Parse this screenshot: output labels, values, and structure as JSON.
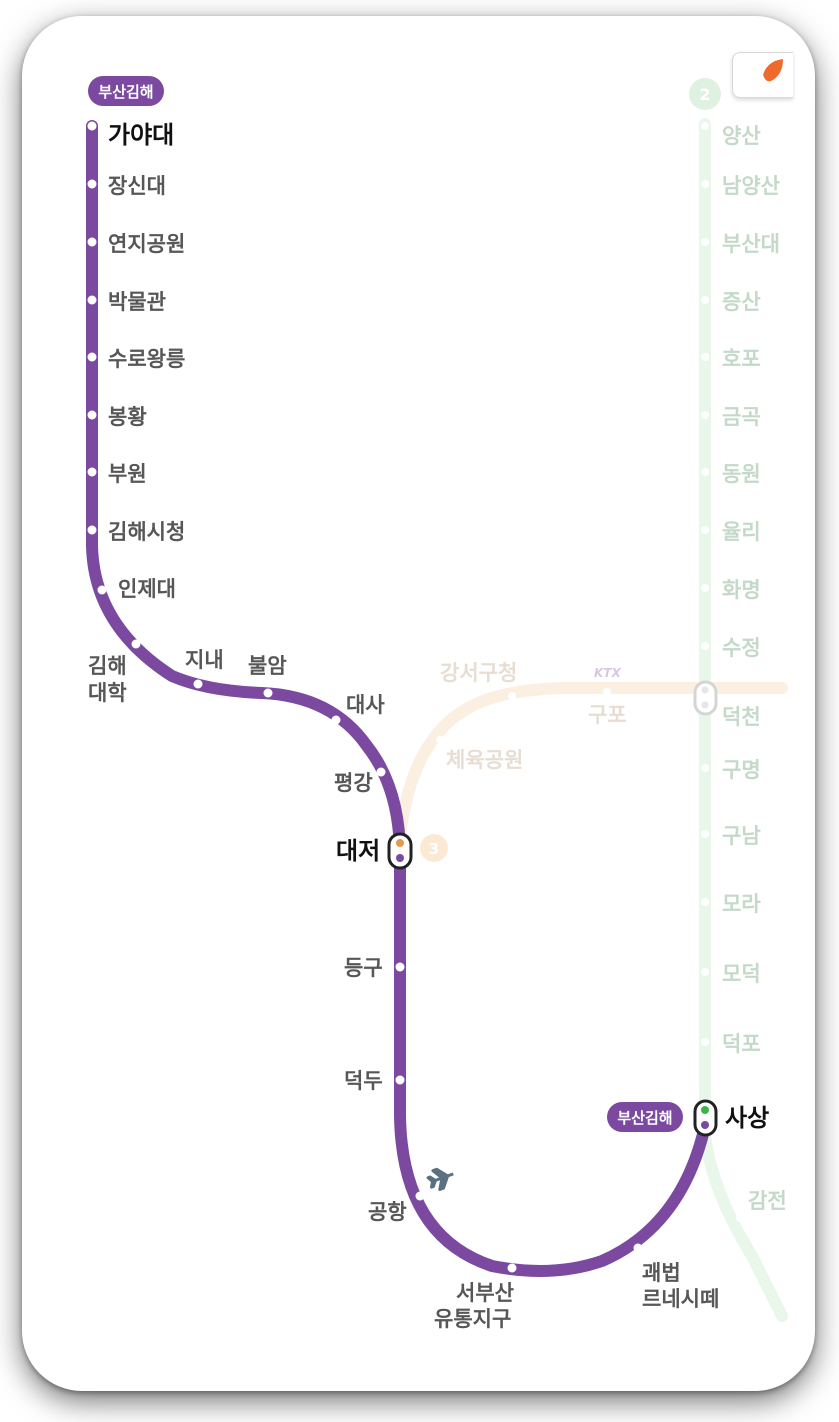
{
  "lines": {
    "purple": {
      "name": "부산김해",
      "color": "#7b4aa0"
    },
    "green": {
      "number": "2",
      "color": "#e9f6ea"
    },
    "orange": {
      "number": "3",
      "color": "#fbefe1"
    }
  },
  "badges": {
    "top": "부산김해",
    "bottom": "부산김해"
  },
  "purple_stations": {
    "gaya": "가야대",
    "jangsin": "장신대",
    "yeonji": "연지공원",
    "bakmul": "박물관",
    "suro": "수로왕릉",
    "bonghwang": "봉황",
    "buwon": "부원",
    "sicheong": "김해시청",
    "inje": "인제대",
    "gimhae_univ_1": "김해",
    "gimhae_univ_2": "대학",
    "jinae": "지내",
    "buram": "불암",
    "daesa": "대사",
    "pyeonggang": "평강",
    "daejeo": "대저",
    "deunggu": "등구",
    "deokdu": "덕두",
    "airport": "공항",
    "seobusan_1": "서부산",
    "seobusan_2": "유통지구",
    "gwaebeop_1": "괘법",
    "gwaebeop_2": "르네시떼",
    "sasang": "사상"
  },
  "green_stations": [
    "양산",
    "남양산",
    "부산대",
    "증산",
    "호포",
    "금곡",
    "동원",
    "율리",
    "화명",
    "수정",
    "덕천",
    "구명",
    "구남",
    "모라",
    "모덕",
    "덕포",
    "감전"
  ],
  "orange_stations": {
    "gangseo": "강서구청",
    "gupo": "구포",
    "sports": "체육공원"
  },
  "ktx_label": "KTX",
  "icons": {
    "airport": "airplane-icon",
    "corner_button": "leaf-icon"
  }
}
